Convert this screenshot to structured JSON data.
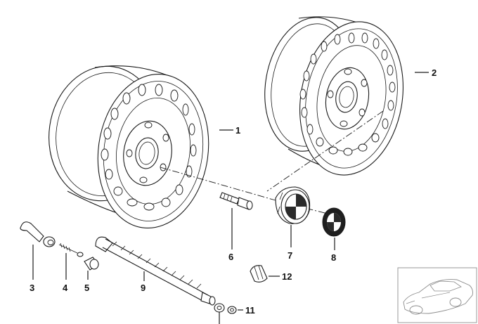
{
  "callouts": {
    "c1": "1",
    "c2": "2",
    "c3": "3",
    "c4": "4",
    "c5": "5",
    "c6": "6",
    "c7": "7",
    "c8": "8",
    "c9": "9",
    "c11": "11",
    "c12": "12"
  },
  "colors": {
    "line": "#1a1a1a",
    "background": "#ffffff",
    "thumbnail_border": "#9a9a9a"
  }
}
